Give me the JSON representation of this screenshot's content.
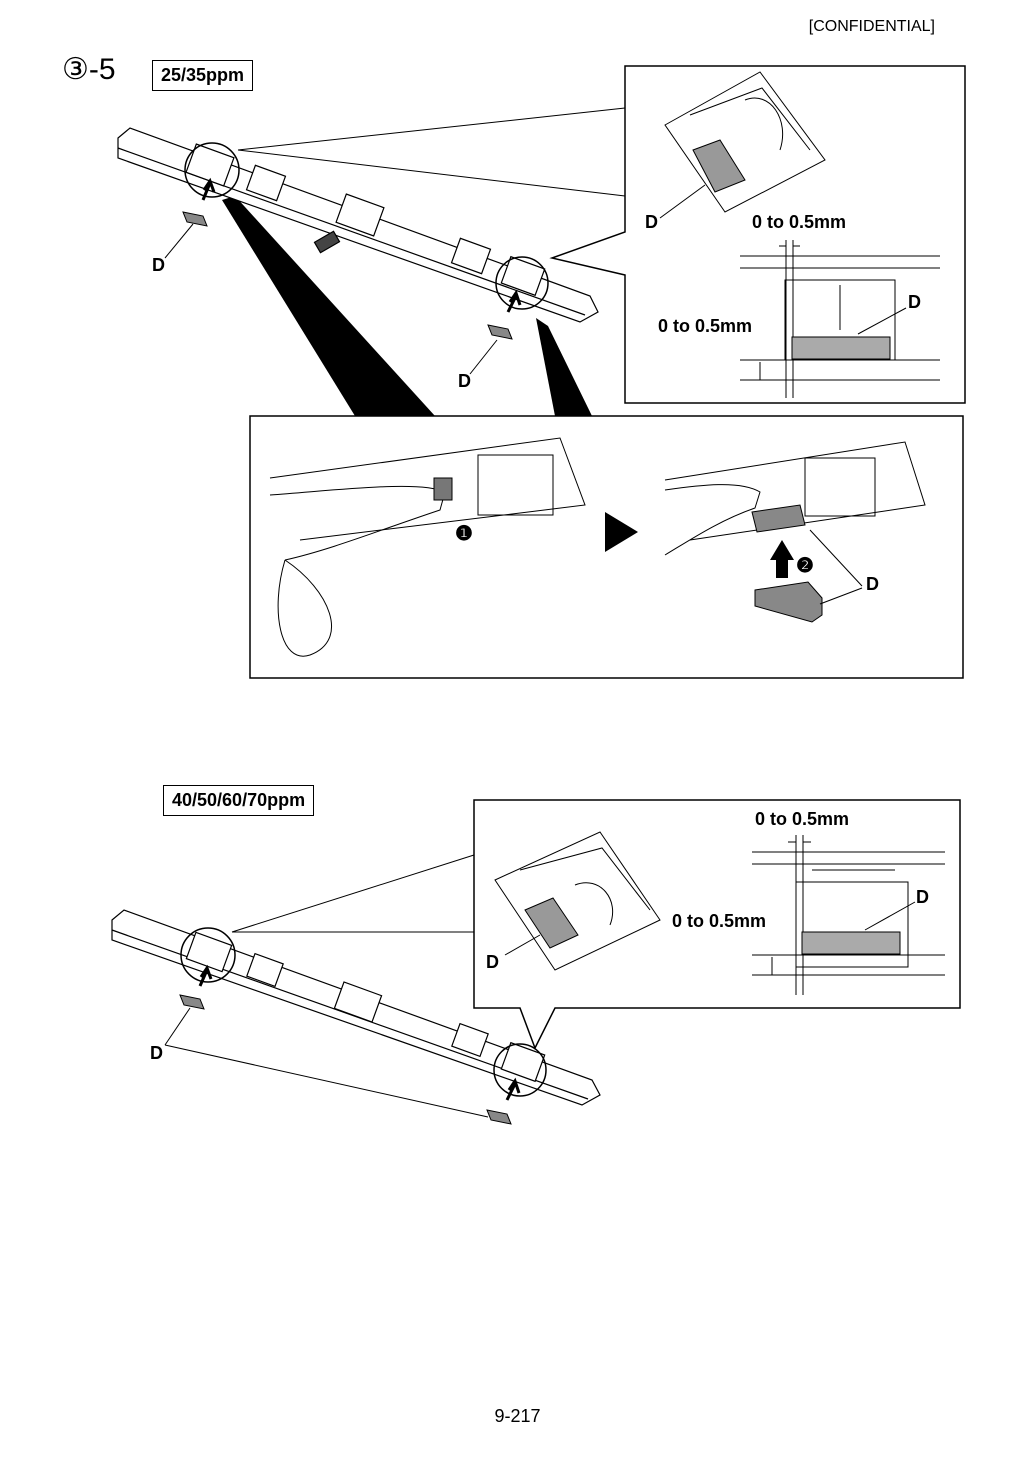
{
  "header": {
    "confidential": "[CONFIDENTIAL]"
  },
  "step": {
    "number": "③-5"
  },
  "section1": {
    "model": "25/35ppm",
    "part_label": "D",
    "tolerance_h": "0 to 0.5mm",
    "tolerance_v": "0 to 0.5mm",
    "step1": "❶",
    "step2": "❷"
  },
  "section2": {
    "model": "40/50/60/70ppm",
    "part_label": "D",
    "tolerance_h": "0 to 0.5mm",
    "tolerance_v": "0 to 0.5mm"
  },
  "footer": {
    "page": "9-217"
  }
}
